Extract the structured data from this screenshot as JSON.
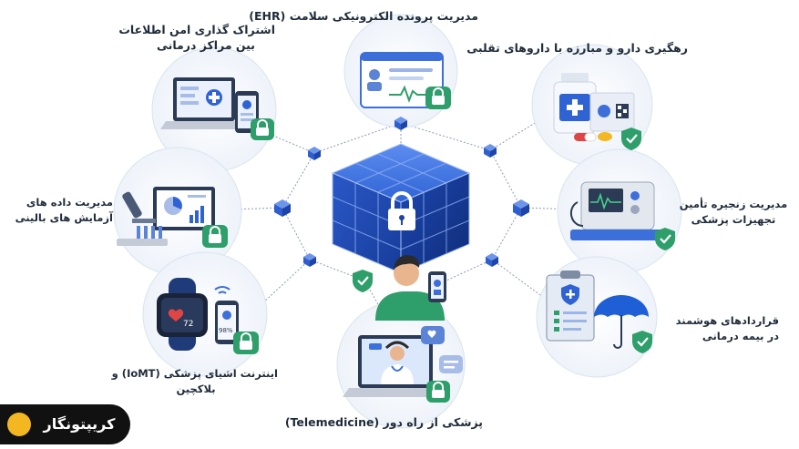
{
  "title": "مدیریت پرونده الکترونیکی سلامت (EHR)",
  "nodes": {
    "data_sharing": [
      "اشتراک گذاری امن اطلاعات",
      "بین مراکز درمانی"
    ],
    "drug_tracking": "رهگیری دارو و مبارزه با داروهای تقلبی",
    "clinical_data": [
      "مدیریت داده های",
      "آزمایش های بالینی"
    ],
    "supply_chain": [
      "مدیریت زنجیره تأمین",
      "تجهیزات پزشکی"
    ],
    "iomt": [
      "اینترنت اشیای پزشکی (IoMT) و",
      "بلاکچین"
    ],
    "insurance": [
      "قراردادهای هوشمند",
      "در بیمه درمانی"
    ],
    "telemedicine": "پزشکی از راه دور (Telemedicine)"
  },
  "watch": {
    "heart_rate": "72",
    "oxygen": "98%"
  },
  "brand": {
    "name": "کریپتونگار"
  },
  "colors": {
    "blue": "#1f5fd6",
    "green": "#2e9e6a",
    "accent": "#f3b821"
  }
}
